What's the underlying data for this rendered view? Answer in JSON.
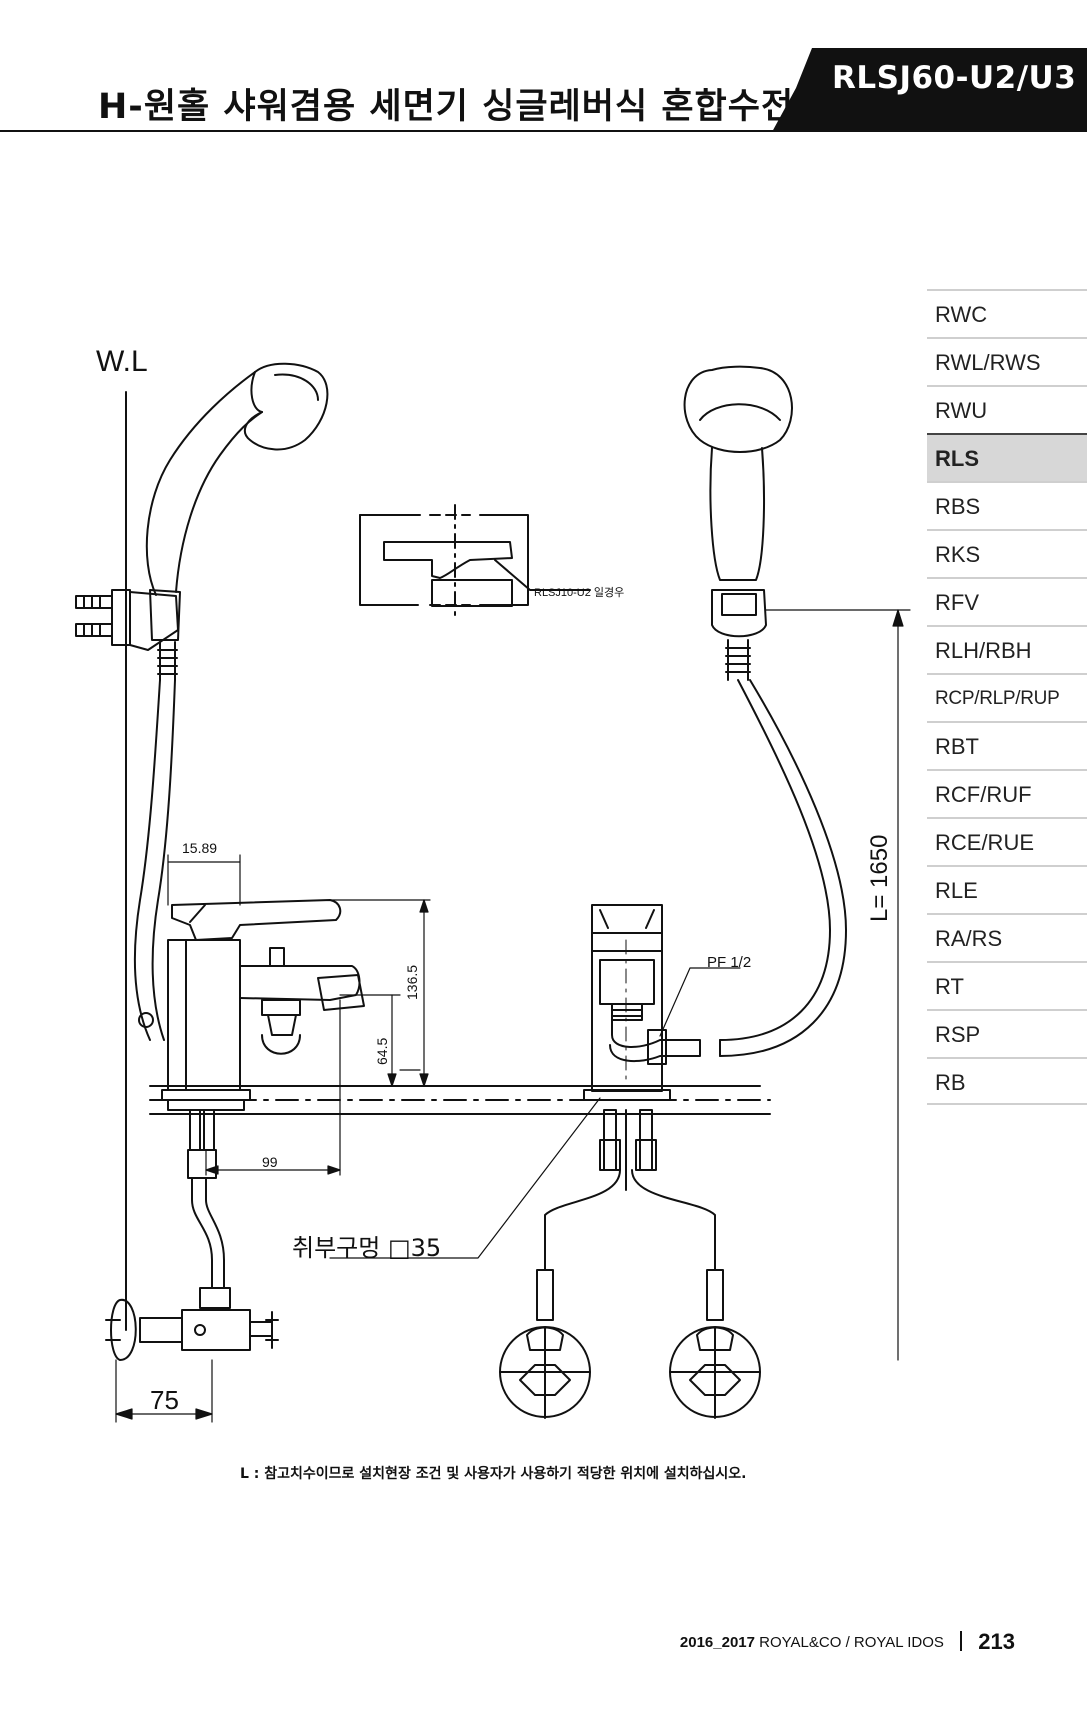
{
  "header": {
    "title": "H-원홀 샤워겸용 세면기 싱글레버식 혼합수전",
    "model_code": "RLSJ60-U2/U3"
  },
  "side_nav": {
    "items": [
      "RWC",
      "RWL/RWS",
      "RWU",
      "RLS",
      "RBS",
      "RKS",
      "RFV",
      "RLH/RBH",
      "RCP/RLP/RUP",
      "RBT",
      "RCF/RUF",
      "RCE/RUE",
      "RLE",
      "RA/RS",
      "RT",
      "RSP",
      "RB"
    ],
    "active": "RLS"
  },
  "drawing": {
    "wl_label": "W.L",
    "detail_label": "RLSJ10-U2 일경우",
    "dim_15_89": "15.89",
    "dim_136_5": "136.5",
    "dim_64_5": "64.5",
    "dim_99": "99",
    "dim_75": "75",
    "mount_hole": "취부구멍 □35",
    "pf_label": "PF 1/2",
    "hose_length": "L= 1650"
  },
  "note": "L : 참고치수이므로 설치현장 조건 및 사용자가 사용하기 적당한 위치에 설치하십시오.",
  "footer": {
    "brand": "2016_2017",
    "company": "ROYAL&CO / ROYAL IDOS",
    "page": "213"
  }
}
